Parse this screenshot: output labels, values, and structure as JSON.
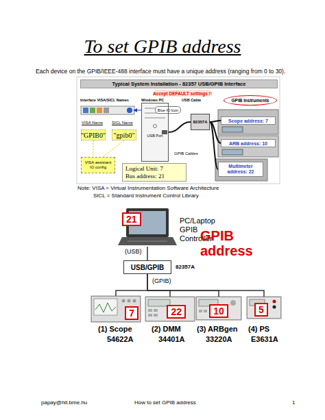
{
  "diagram": {
    "title": "To set GPIB address",
    "nodes": [
      {
        "text": [
          "Typical System Installation - 82357 USB/GPIB Interface"
        ]
      },
      {
        "text": [
          "Accept DEFAULT settings !!"
        ]
      },
      {
        "text": [
          "GPIB Instruments"
        ]
      },
      {
        "text": [
          "Blue IO Icon"
        ]
      },
      {
        "text": [
          "\"GPIB0\""
        ]
      },
      {
        "text": [
          "\"gpib0\""
        ]
      },
      {
        "text": [
          "USB Port"
        ]
      },
      {
        "text": [
          "82357A"
        ]
      },
      {
        "text": [
          "Scope address: 7"
        ]
      },
      {
        "text": [
          "ARB address: 10"
        ]
      },
      {
        "text": [
          "Multimeter address: 22"
        ]
      },
      {
        "text": [
          "VISA assistant IO config"
        ]
      },
      {
        "text": [
          "Logical Unit: 7",
          "Bus address: 21"
        ]
      },
      {
        "text": [
          "21"
        ]
      },
      {
        "text": [
          "USB/GPIB"
        ]
      },
      {
        "text": [
          "7"
        ]
      },
      {
        "text": [
          "22"
        ]
      },
      {
        "text": [
          "10"
        ]
      },
      {
        "text": [
          "5"
        ]
      }
    ],
    "edges": [
      {
        "from": 6,
        "to": 7,
        "arrow": "none"
      },
      {
        "from": 7,
        "to": 8,
        "arrow": "none"
      },
      {
        "from": 7,
        "to": 9,
        "arrow": "none"
      },
      {
        "from": 7,
        "to": 10,
        "arrow": "none"
      },
      {
        "from": 13,
        "to": 14,
        "arrow": "none"
      },
      {
        "from": 14,
        "to": 15,
        "arrow": "none"
      },
      {
        "from": 14,
        "to": 16,
        "arrow": "none"
      },
      {
        "from": 14,
        "to": 17,
        "arrow": "none"
      },
      {
        "from": 14,
        "to": 18,
        "arrow": "none"
      }
    ],
    "labels": [
      "Each device on the GPIB/IEEE-488 interface must have a unique address (ranging from 0 to 30).",
      "Interface VISA/SICL Names",
      "Windows PC",
      "USB Cable",
      "VISA Name",
      "SICL Name",
      "GPIB Cables",
      "Note: VISA = Virtual Instrumentation Software Architecture",
      "SICL = Standard Instrument Control Library",
      "PC/Laptop GPIB Controller",
      "GPIB address",
      "(USB)",
      "82357A",
      "(GPIB)",
      "(1) Scope",
      "54622A",
      "(2) DMM",
      "34401A",
      "(3) ARBgen",
      "33220A",
      "(4) PS",
      "E3631A",
      "papay@hit.bme.hu",
      "How to set GPIB address",
      "1"
    ]
  }
}
